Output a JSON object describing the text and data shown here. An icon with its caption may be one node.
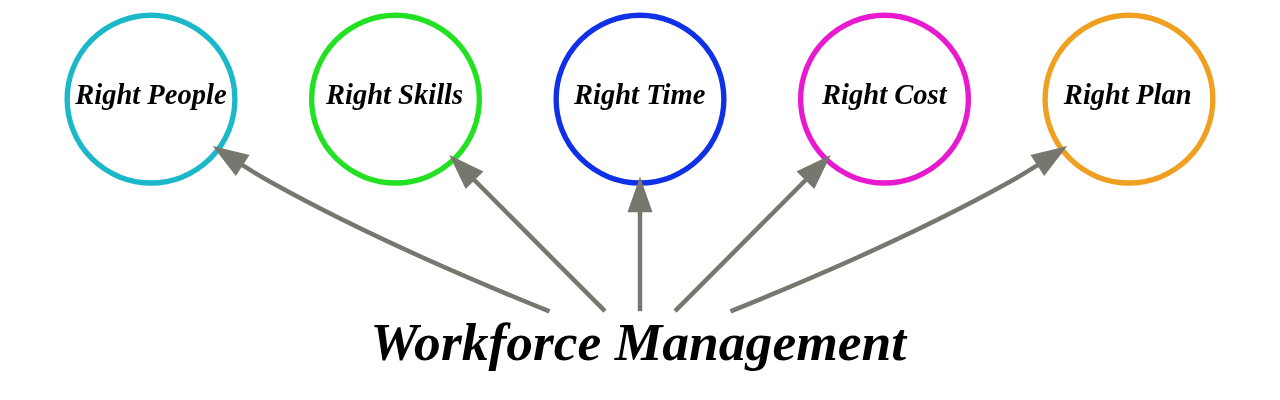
{
  "diagram": {
    "nodes": [
      {
        "text": [
          "Workforce Management"
        ]
      },
      {
        "text": [
          "Right People"
        ]
      },
      {
        "text": [
          "Right Skills"
        ]
      },
      {
        "text": [
          "Right Time"
        ]
      },
      {
        "text": [
          "Right Cost"
        ]
      },
      {
        "text": [
          "Right Plan"
        ]
      }
    ],
    "edges": [
      {
        "from": 0,
        "to": 1,
        "arrow": "to"
      },
      {
        "from": 0,
        "to": 2,
        "arrow": "to"
      },
      {
        "from": 0,
        "to": 3,
        "arrow": "to"
      },
      {
        "from": 0,
        "to": 4,
        "arrow": "to"
      },
      {
        "from": 0,
        "to": 5,
        "arrow": "to"
      }
    ]
  }
}
